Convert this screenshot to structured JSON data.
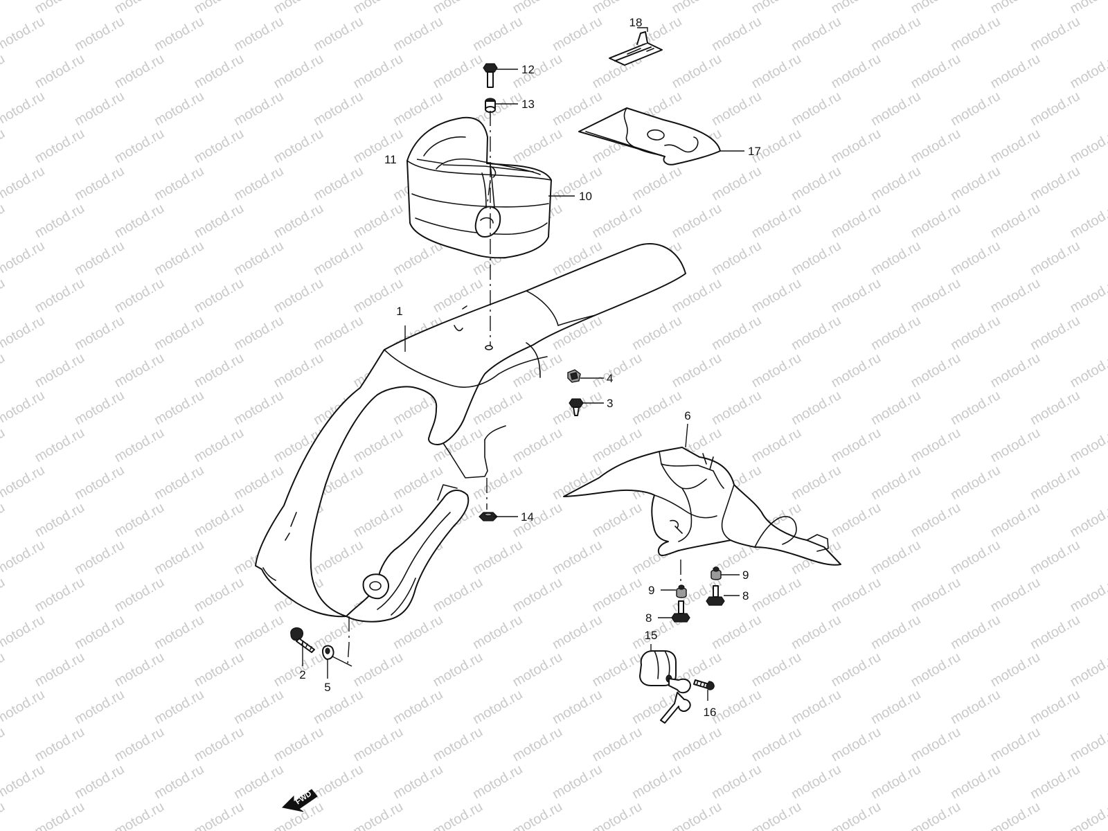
{
  "watermark": {
    "text": "motod.ru",
    "color": "#c9c9c9"
  },
  "parts": {
    "rear_fender": {
      "label": "1"
    },
    "bolt_a": {
      "label": "2"
    },
    "screw": {
      "label": "3"
    },
    "nut_clip": {
      "label": "4"
    },
    "washer_a": {
      "label": "5"
    },
    "inner_fender": {
      "label": "6"
    },
    "bolt_b_right": {
      "label": "8"
    },
    "bolt_b_left": {
      "label": "8"
    },
    "cushion_right": {
      "label": "9"
    },
    "cushion_left": {
      "label": "9"
    },
    "tool_box": {
      "label": "10"
    },
    "tool_box_band": {
      "label": "11"
    },
    "bolt_top": {
      "label": "12"
    },
    "spacer": {
      "label": "13"
    },
    "nut": {
      "label": "14"
    },
    "helmet_lock": {
      "label": "15"
    },
    "lock_screw": {
      "label": "16"
    },
    "tool_bag": {
      "label": "17"
    },
    "strap": {
      "label": "18"
    }
  },
  "forward_arrow": {
    "label": "FWD",
    "icon": "forward-arrow-icon"
  },
  "colors": {
    "line": "#111111",
    "background": "#ffffff"
  }
}
